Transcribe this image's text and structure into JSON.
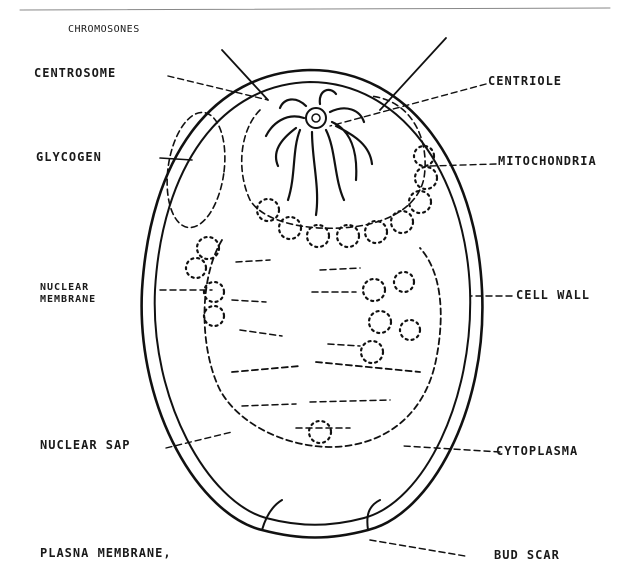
{
  "labels": {
    "chromosomes": "CHROMOSONES",
    "centrosome": "CENTROSOME",
    "glycogen": "GLYCOGEN",
    "nuclear_membrane_line1": "NUCLEAR",
    "nuclear_membrane_line2": "MEMBRANE",
    "nuclear_sap": "NUCLEAR SAP",
    "plasma_membrane": "PLASNA MEMBRANE,",
    "centriole": "CENTRIOLE",
    "mitochondria": "MITOCHONDRIA",
    "cell_wall": "CELL WALL",
    "cytoplasm": "CYTOPLASMA",
    "bud_scar": "BUD SCAR"
  }
}
